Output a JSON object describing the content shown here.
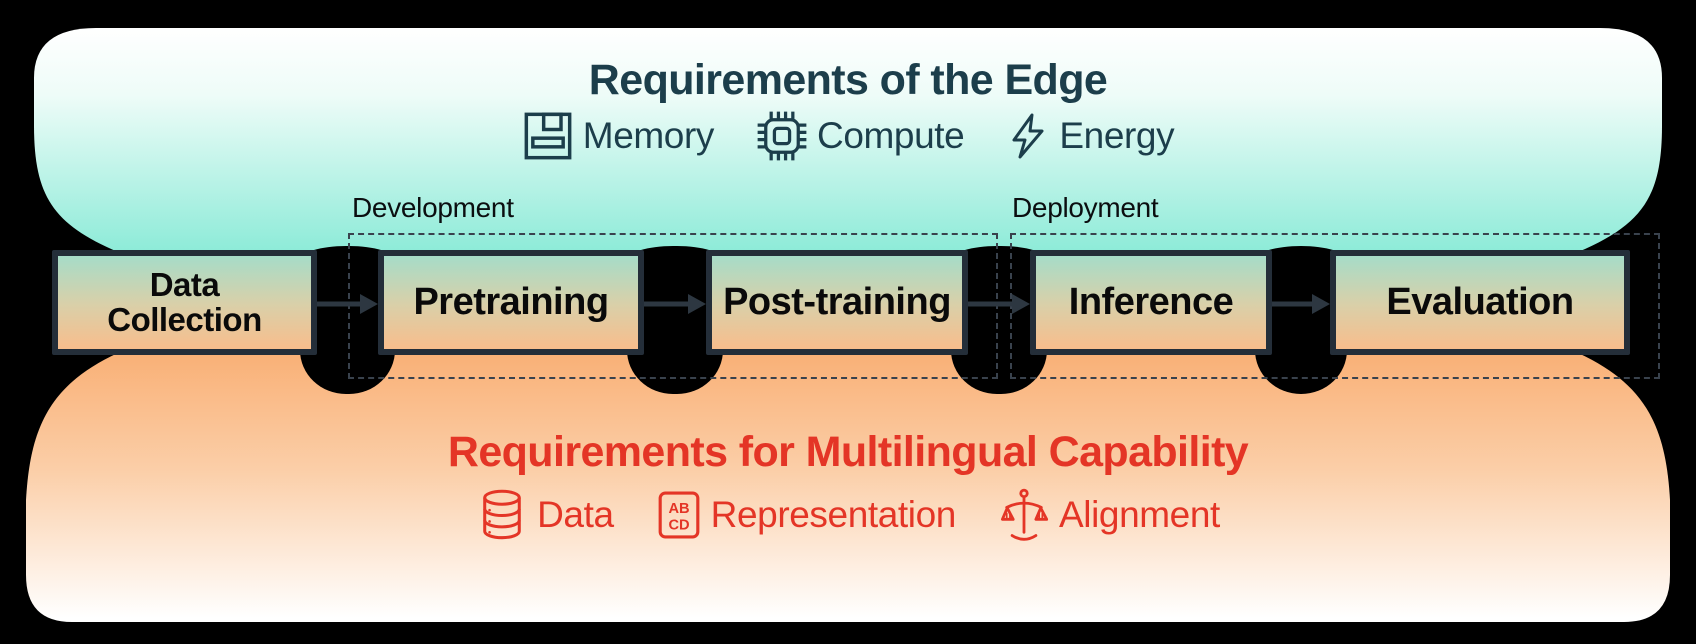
{
  "figure": {
    "top_section": {
      "title": "Requirements of the Edge",
      "items": [
        {
          "icon": "memory-icon",
          "label": "Memory"
        },
        {
          "icon": "chip-icon",
          "label": "Compute"
        },
        {
          "icon": "bolt-icon",
          "label": "Energy"
        }
      ]
    },
    "pipeline": {
      "stages": [
        {
          "label": "Data\nCollection"
        },
        {
          "label": "Pretraining"
        },
        {
          "label": "Post-training"
        },
        {
          "label": "Inference"
        },
        {
          "label": "Evaluation"
        }
      ],
      "phases": [
        {
          "label": "Development"
        },
        {
          "label": "Deployment"
        }
      ]
    },
    "bottom_section": {
      "title": "Requirements for Multilingual Capability",
      "items": [
        {
          "icon": "database-icon",
          "label": "Data"
        },
        {
          "icon": "representation-icon",
          "label": "Representation",
          "icon_text_top": "AB",
          "icon_text_bottom": "CD"
        },
        {
          "icon": "scale-icon",
          "label": "Alignment"
        }
      ]
    },
    "colors": {
      "edge_text": "#1c3e4b",
      "multilingual_text": "#e43526",
      "teal": "#8debd8",
      "orange": "#f9b27c",
      "box_border": "#242e39",
      "background": "#000000"
    }
  }
}
